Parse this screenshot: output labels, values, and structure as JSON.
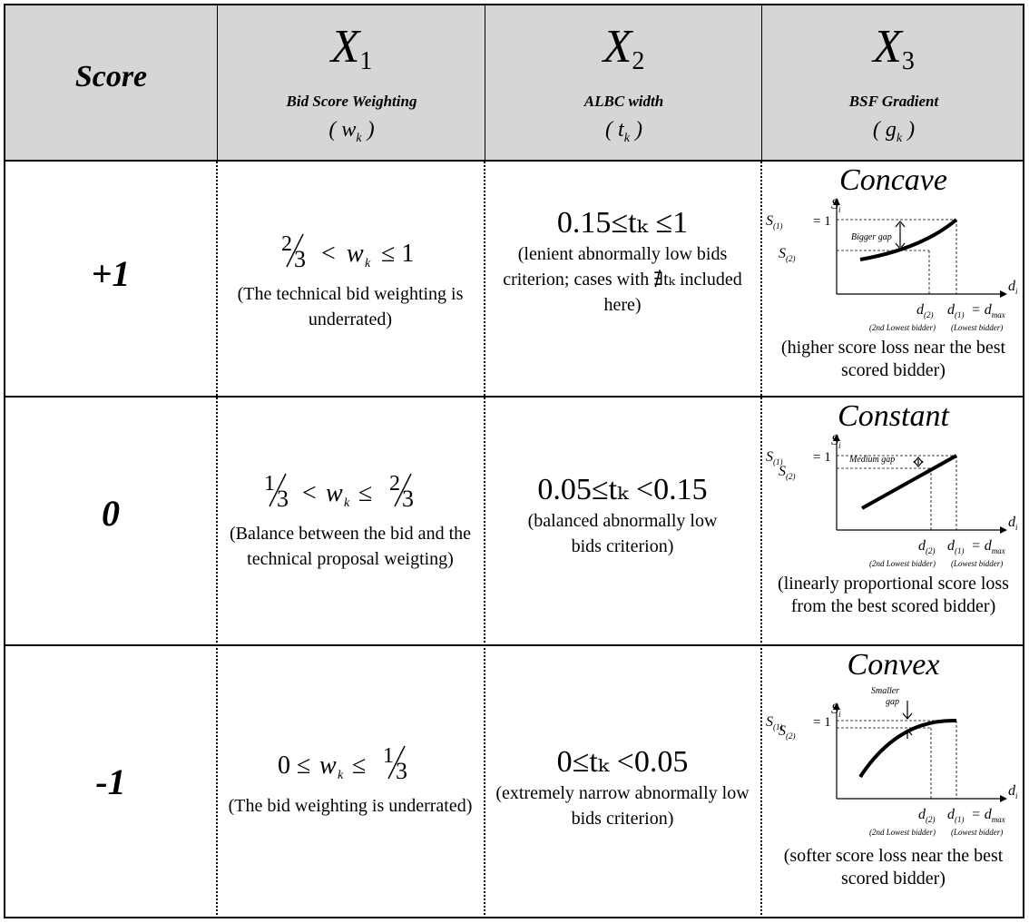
{
  "header": {
    "score": "Score",
    "x1": {
      "var": "X",
      "sub": "1",
      "title": "Bid Score Weighting",
      "symbol": "w",
      "symbol_sub": "k"
    },
    "x2": {
      "var": "X",
      "sub": "2",
      "title": "ALBC width",
      "symbol": "t",
      "symbol_sub": "k"
    },
    "x3": {
      "var": "X",
      "sub": "3",
      "title": "BSF Gradient",
      "symbol": "g",
      "symbol_sub": "k"
    }
  },
  "rows": [
    {
      "score": "+1",
      "x1_note": "(The technical bid weighting is underrated)",
      "x2_formula": "0.15≤tₖ ≤1",
      "x2_note_1": "(lenient abnormally low bids",
      "x2_note_2": "criterion; cases with ∄tₖ included here)",
      "x3_title": "Concave",
      "x3_gap": "Bigger gap",
      "x3_note": "(higher score loss near the best scored bidder)"
    },
    {
      "score": "0",
      "x1_note": "(Balance between the bid and the technical proposal weigting)",
      "x2_formula": "0.05≤tₖ <0.15",
      "x2_note_1": "(balanced abnormally low bids criterion)",
      "x3_title": "Constant",
      "x3_gap": "Medium gap",
      "x3_note": "(linearly proportional score loss from the best scored bidder)"
    },
    {
      "score": "-1",
      "x1_note": "(The bid weighting is underrated)",
      "x2_formula": "0≤tₖ <0.05",
      "x2_note_1": "(extremely narrow abnormally low bids criterion)",
      "x3_title": "Convex",
      "x3_gap": "Smaller gap",
      "x3_note": "(softer score loss near the best scored bidder)"
    }
  ],
  "graph_labels": {
    "y_axis": "S",
    "y_sub": "i",
    "x_axis": "d",
    "x_sub": "i",
    "s1": "S",
    "s1_sub": "(1)",
    "s1_eq": "= 1",
    "s2": "S",
    "s2_sub": "(2)",
    "d2": "d",
    "d2_sub": "(2)",
    "d1": "d",
    "d1_sub": "(1)",
    "dmax": "= d",
    "dmax_sub": "max",
    "second_lowest": "(2nd Lowest bidder)",
    "lowest": "(Lowest bidder)"
  }
}
